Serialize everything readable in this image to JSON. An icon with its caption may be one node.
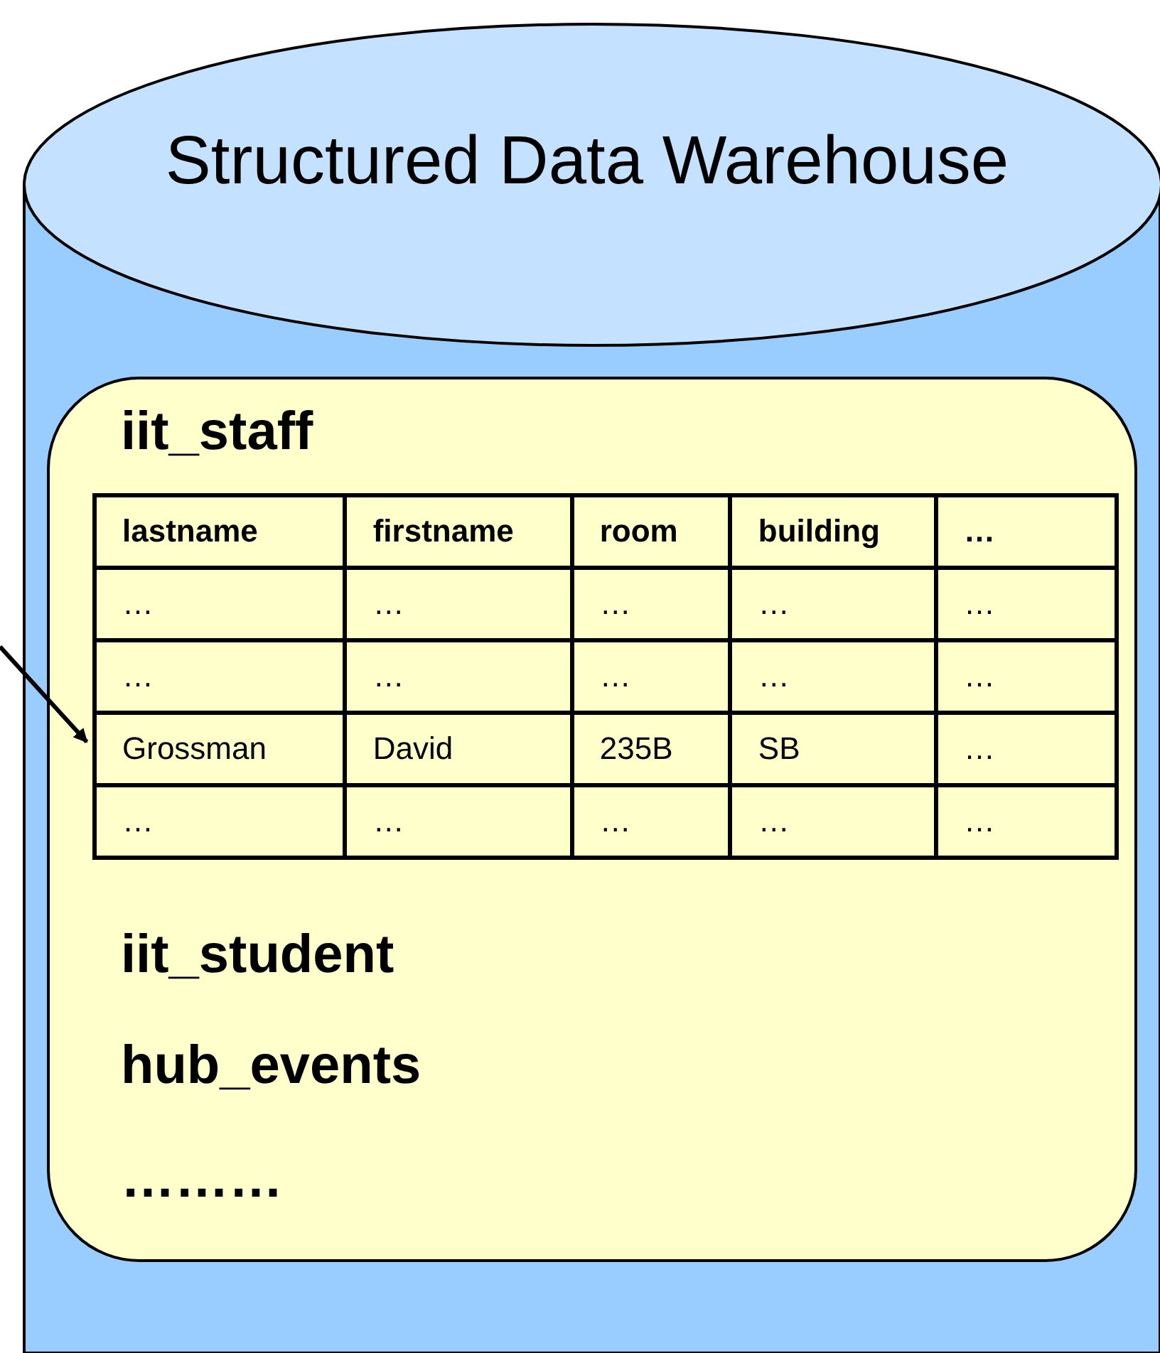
{
  "diagram": {
    "nodes": [
      {
        "text": [
          "Structured Data Warehouse"
        ]
      },
      {
        "text": [
          "iit_staff",
          "iit_student",
          "hub_events",
          "………"
        ],
        "in": 0
      },
      {
        "text": [],
        "shape": "table",
        "in": 1
      }
    ],
    "edges": [
      {
        "from": null,
        "to": 2,
        "arrow": "to"
      }
    ],
    "labels": [
      "lastname",
      "firstname",
      "room",
      "building",
      "…",
      "…",
      "…",
      "…",
      "…",
      "…",
      "…",
      "…",
      "…",
      "…",
      "…",
      "Grossman",
      "David",
      "235B",
      "SB",
      "…",
      "…",
      "…",
      "…",
      "…",
      "…"
    ]
  }
}
